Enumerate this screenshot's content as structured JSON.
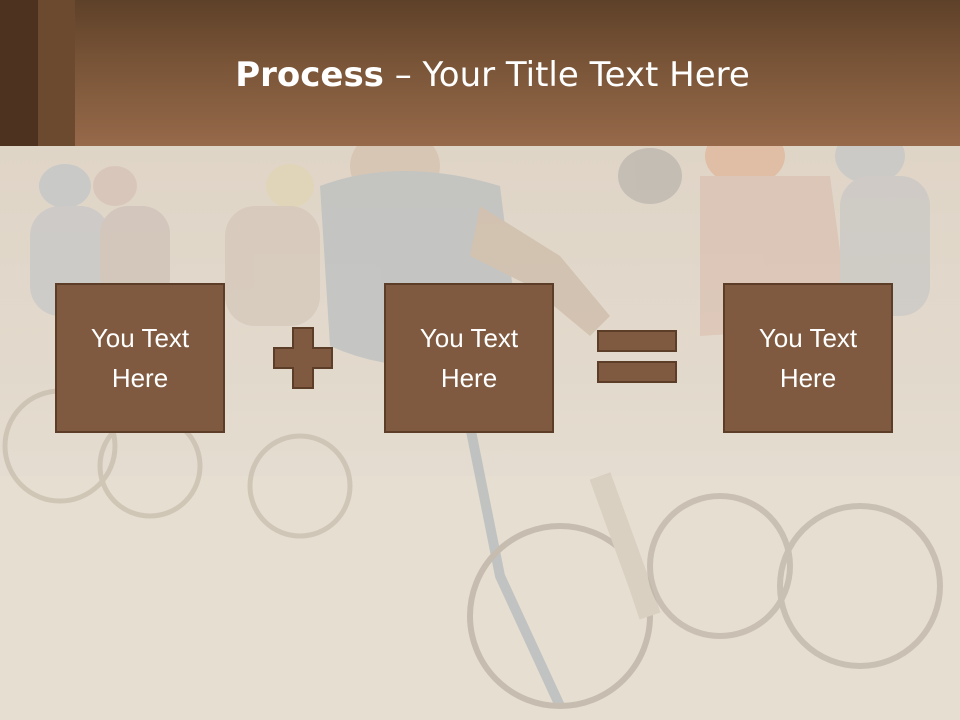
{
  "title": {
    "bold": "Process",
    "rest": " – Your Title Text Here"
  },
  "boxes": [
    {
      "text": "You Text Here"
    },
    {
      "text": "You Text Here"
    },
    {
      "text": "You Text Here"
    }
  ],
  "operators": {
    "first": "plus-icon",
    "second": "equals-icon"
  },
  "colors": {
    "header_brown": "#7a5538",
    "box_fill": "#7f5a40",
    "box_border": "#5b3d28"
  }
}
